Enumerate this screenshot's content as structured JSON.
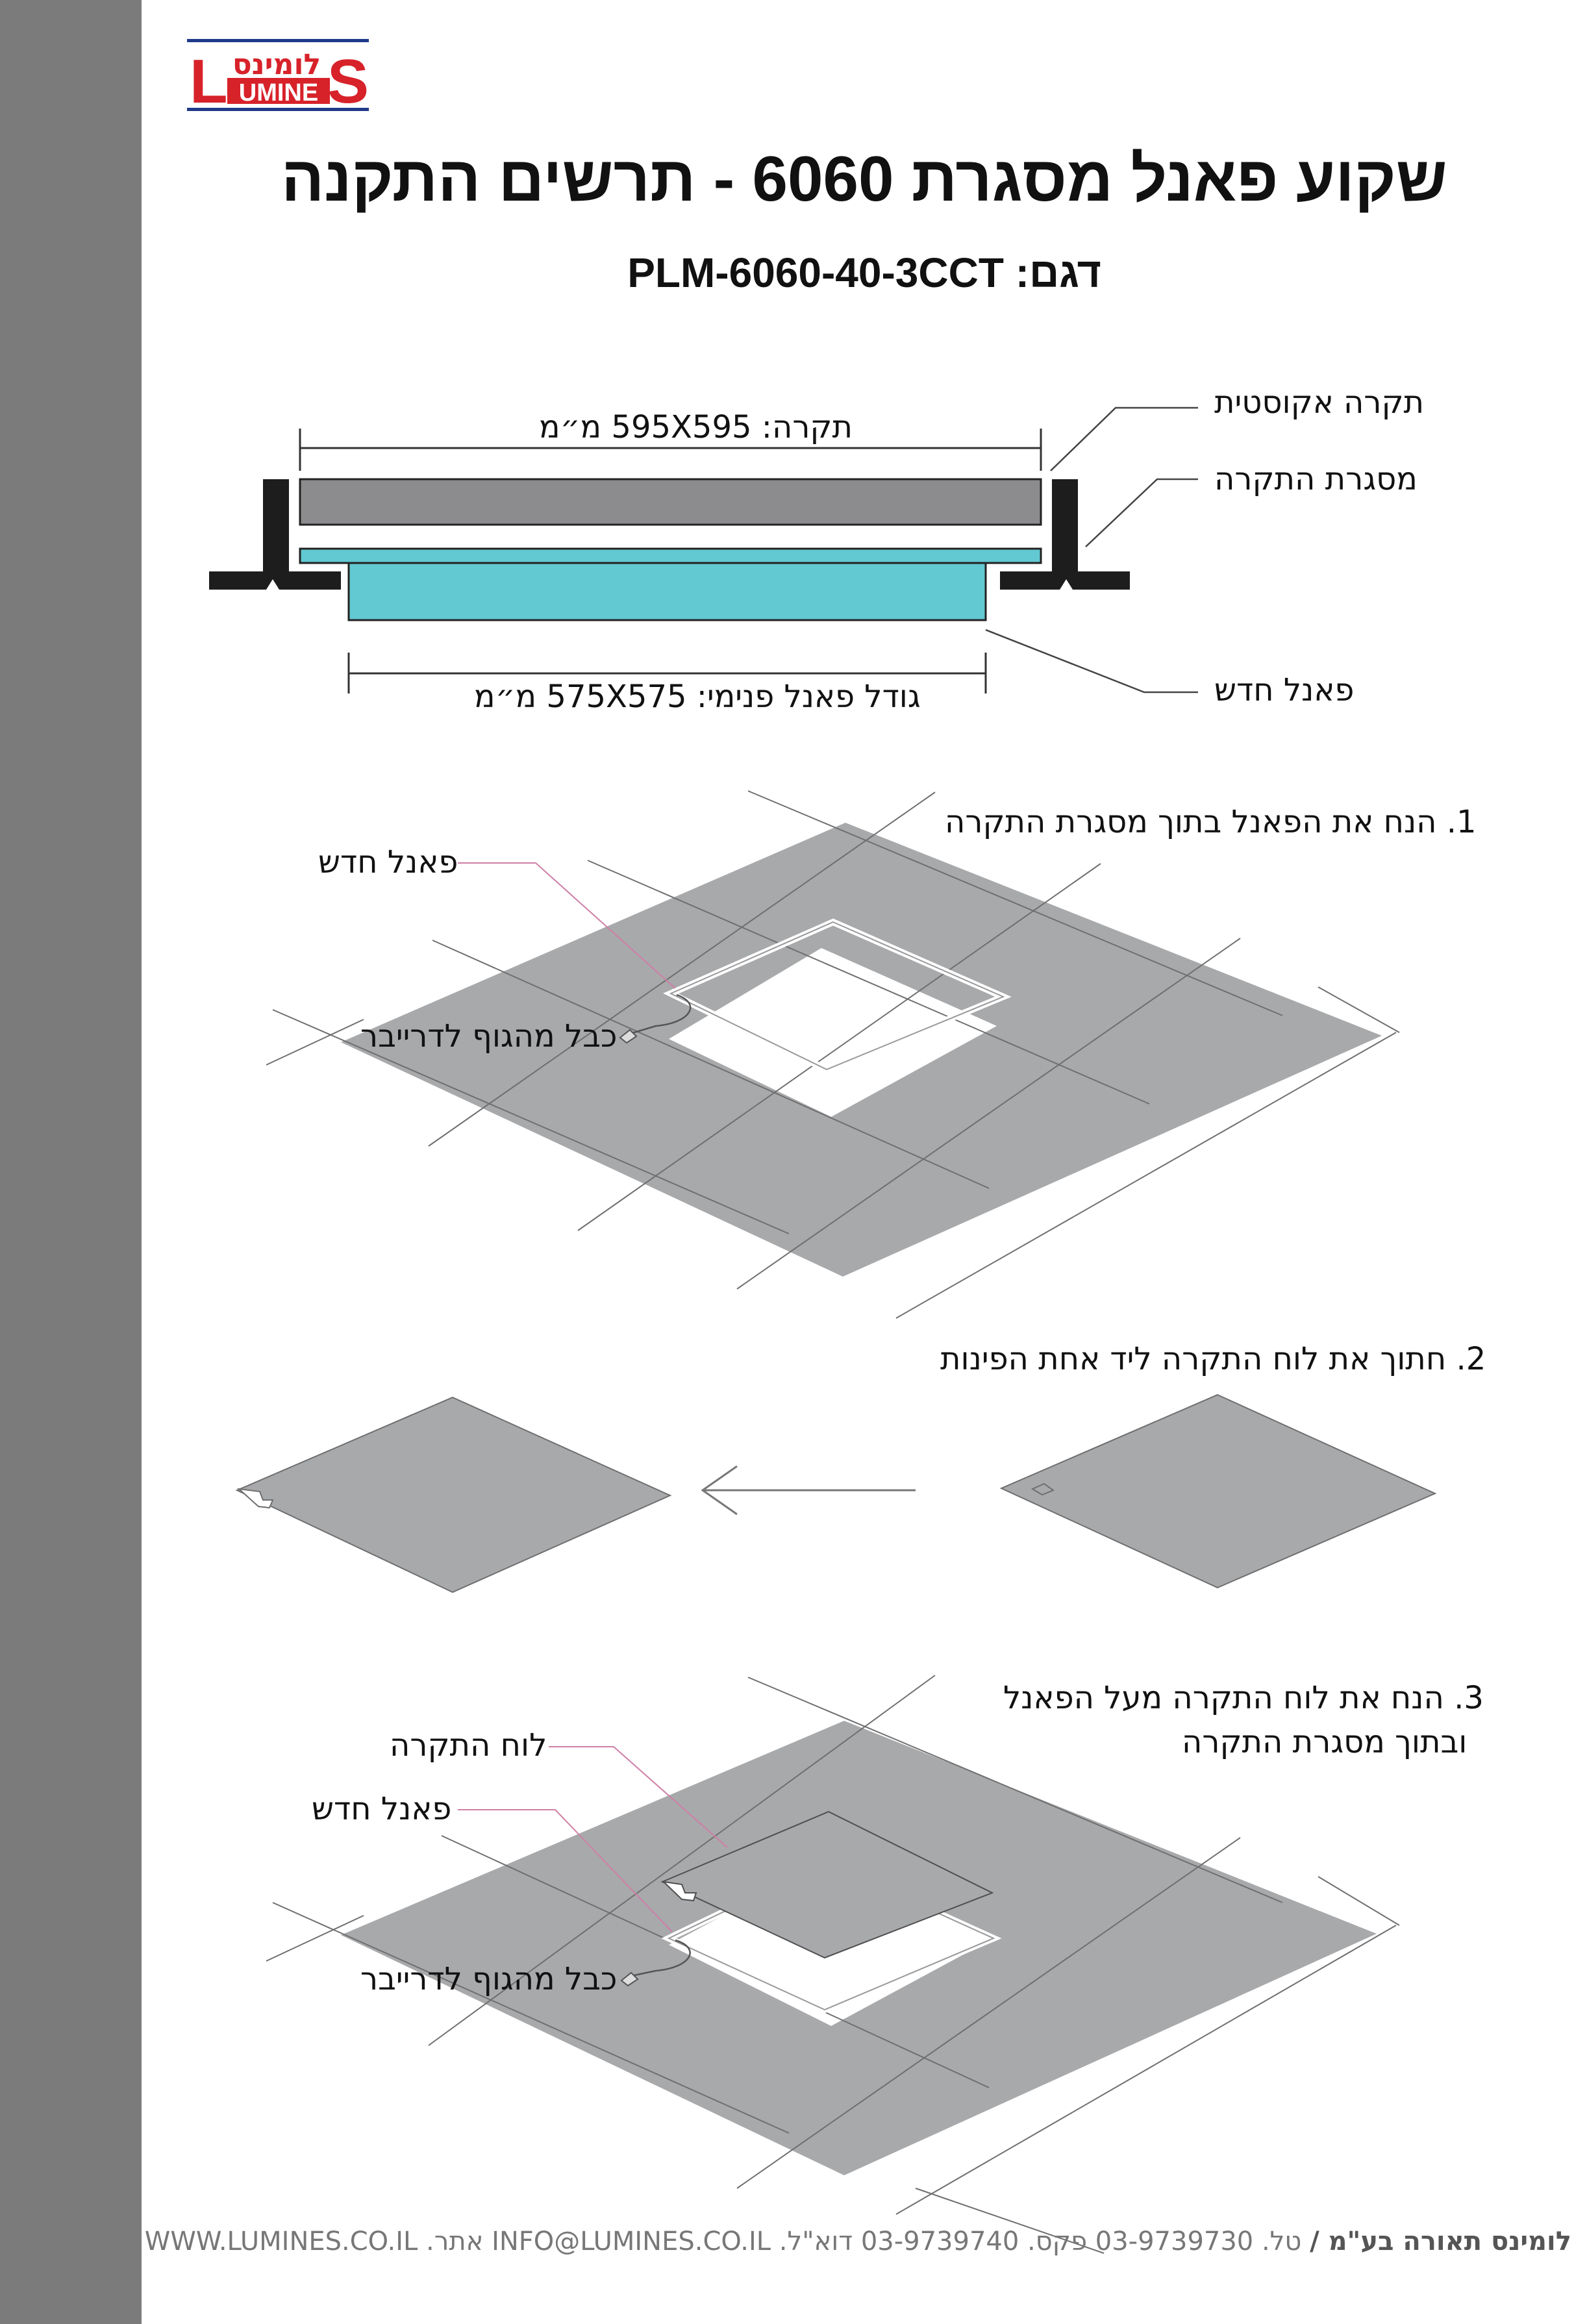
{
  "brand": {
    "logo_text_he": "לומינס",
    "logo_text_en": "LUMINES"
  },
  "header": {
    "title": "שקוע פאנל מסגרת 6060 - תרשים התקנה",
    "model": "דגם: PLM-6060-40-3CCT"
  },
  "cross_section": {
    "label_acoustic": "תקרה אקוסטית",
    "label_frame": "מסגרת התקרה",
    "label_panel": "פאנל חדש",
    "dim_ceiling": "תקרה: 595X595 מ״מ",
    "dim_panel": "גודל פאנל פנימי: 575X575 מ״מ"
  },
  "steps": [
    {
      "text": "1. הנח את הפאנל בתוך מסגרת התקרה",
      "label_panel": "פאנל חדש",
      "label_cable": "כבל מהגוף לדרייבר"
    },
    {
      "text": "2. חתוך את לוח התקרה ליד אחת הפינות"
    },
    {
      "text_line1": "3. הנח את לוח התקרה מעל הפאנל",
      "text_line2": "ובתוך מסגרת התקרה",
      "label_tile": "לוח התקרה",
      "label_panel": "פאנל חדש",
      "label_cable": "כבל מהגוף לדרייבר"
    }
  ],
  "footer": {
    "company": "לומינס תאורה בע\"מ /",
    "contact": "טל. 03-9739730 פקס. 03-9739740 דוא\"ל. INFO@LUMINES.CO.IL אתר. WWW.LUMINES.CO.IL"
  },
  "colors": {
    "sidebar": "#7b7b7b",
    "tile": "#a8a9ab",
    "panel": "#62c8d2",
    "logo_red": "#d7222a",
    "logo_blue": "#1f3a8a"
  }
}
